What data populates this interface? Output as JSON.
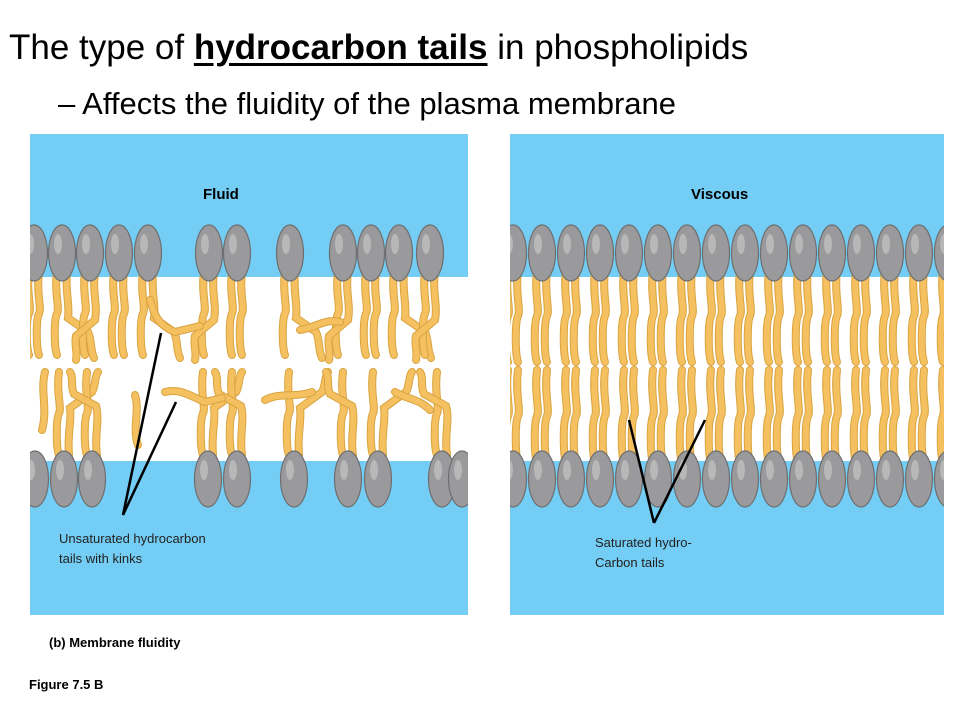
{
  "header": {
    "title_pre": "The type of ",
    "title_emph": "hydrocarbon tails",
    "title_post": " in phospholipids",
    "bullet": "– Affects the fluidity of the plasma membrane"
  },
  "panels": {
    "fluid_label": "Fluid",
    "viscous_label": "Viscous",
    "unsaturated_line1": "Unsaturated hydrocarbon",
    "unsaturated_line2": "tails with kinks",
    "saturated_line1": "Saturated hydro-",
    "saturated_line2": "Carbon tails"
  },
  "captions": {
    "subfigure": "(b) Membrane  fluidity",
    "figure": "Figure 7.5  B"
  },
  "colors": {
    "water": "#74cdf4",
    "tail": "#f4c060",
    "tail_edge": "#d9a440",
    "head": "#9a9a9c",
    "head_edge": "#6e6e70"
  }
}
